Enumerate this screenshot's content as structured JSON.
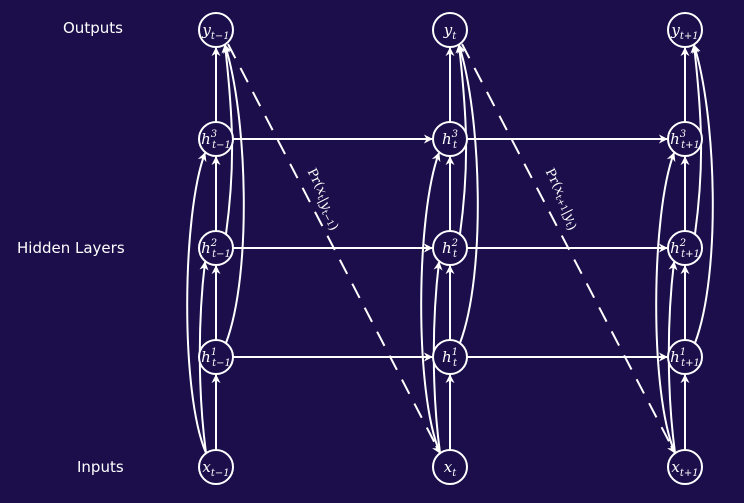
{
  "row_labels": {
    "outputs": "Outputs",
    "hidden_layers": "Hidden Layers",
    "inputs": "Inputs"
  },
  "timesteps": [
    {
      "sub": "t−1"
    },
    {
      "sub": "t"
    },
    {
      "sub": "t+1"
    }
  ],
  "node_symbols": {
    "output": "y",
    "hidden": "h",
    "input": "x"
  },
  "hidden_layer_indices": [
    "1",
    "2",
    "3"
  ],
  "probabilities": [
    {
      "pr": "Pr",
      "target": "x",
      "target_sub": "t",
      "given": "y",
      "given_sub": "t−1"
    },
    {
      "pr": "Pr",
      "target": "x",
      "target_sub": "t+1",
      "given": "y",
      "given_sub": "t"
    }
  ],
  "colors": {
    "background": "#1b0e4a",
    "stroke": "#ffffff"
  }
}
